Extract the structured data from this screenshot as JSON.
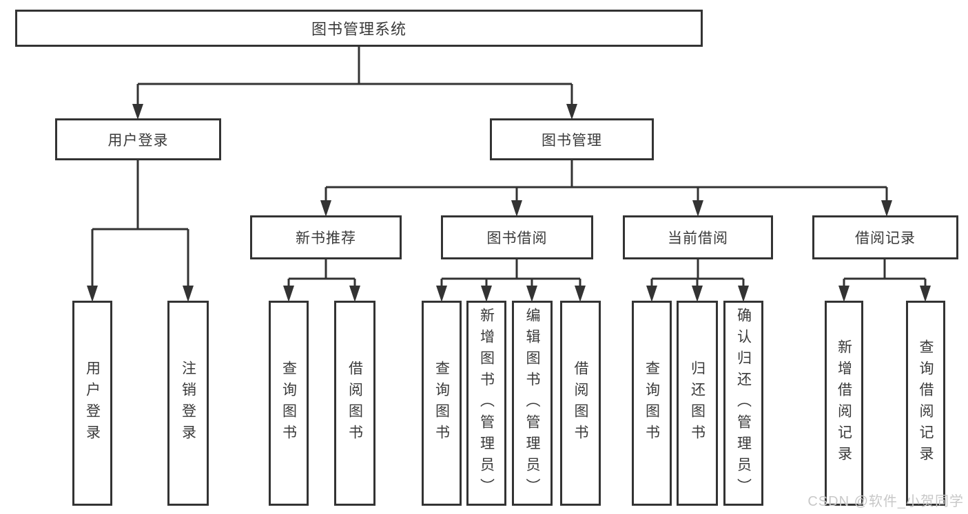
{
  "diagram": {
    "root": {
      "label": "图书管理系统"
    },
    "level2": {
      "user_login": {
        "label": "用户登录"
      },
      "book_management": {
        "label": "图书管理"
      }
    },
    "level3": {
      "new_book_recommend": {
        "label": "新书推荐"
      },
      "book_borrow": {
        "label": "图书借阅"
      },
      "current_borrow": {
        "label": "当前借阅"
      },
      "borrow_records": {
        "label": "借阅记录"
      }
    },
    "leaves": {
      "user_login": [
        "用户登录",
        "注销登录"
      ],
      "new_book_recommend": [
        "查询图书",
        "借阅图书"
      ],
      "book_borrow": [
        "查询图书",
        "新增图书（管理员）",
        "编辑图书（管理员）",
        "借阅图书"
      ],
      "current_borrow": [
        "查询图书",
        "归还图书",
        "确认归还（管理员）"
      ],
      "borrow_records": [
        "新增借阅记录",
        "查询借阅记录"
      ]
    }
  },
  "watermark": "CSDN @软件_小贺同学",
  "colors": {
    "line": "#333333",
    "text": "#3a3a3a",
    "background": "#ffffff",
    "watermark": "#c8c8c8"
  }
}
